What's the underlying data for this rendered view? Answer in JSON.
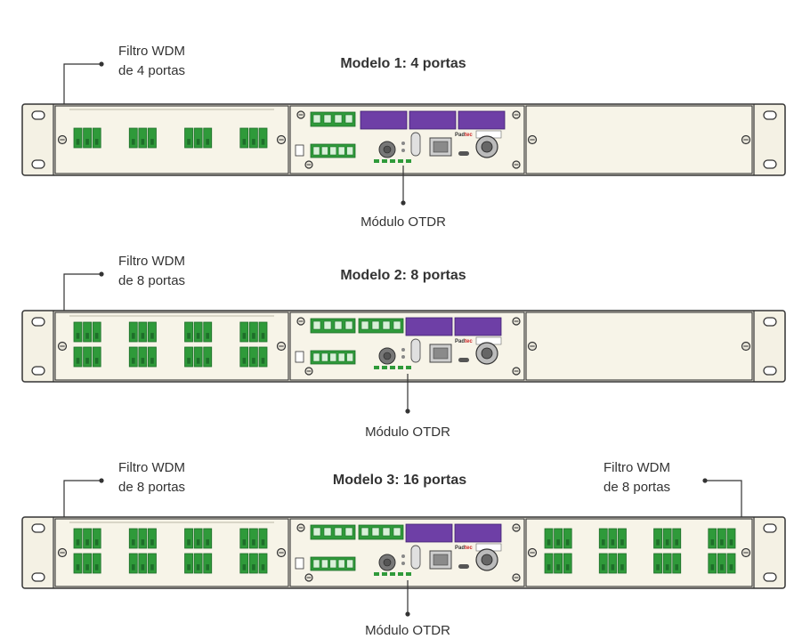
{
  "labels": {
    "wdm4": [
      "Filtro WDM",
      "de 4 portas"
    ],
    "wdm8": [
      "Filtro WDM",
      "de 8 portas"
    ],
    "wdm8_right": [
      "Filtro WDM",
      "de 8 portas"
    ],
    "otdr": "Módulo OTDR",
    "brand": "Pad",
    "brand_accent": "tec"
  },
  "models": [
    {
      "title": "Modelo 1: 4 portas"
    },
    {
      "title": "Modelo 2: 8 portas"
    },
    {
      "title": "Modelo 3: 16 portas"
    }
  ],
  "colors": {
    "background": "#ffffff",
    "chassis": "#f4f1e4",
    "chassis_stroke": "#333333",
    "connector_green": "#2f9a3a",
    "connector_dark": "#1e6e2a",
    "purple": "#6e3fa6",
    "text": "#333333",
    "callout": "#333333",
    "brand_red": "#cc2222"
  }
}
